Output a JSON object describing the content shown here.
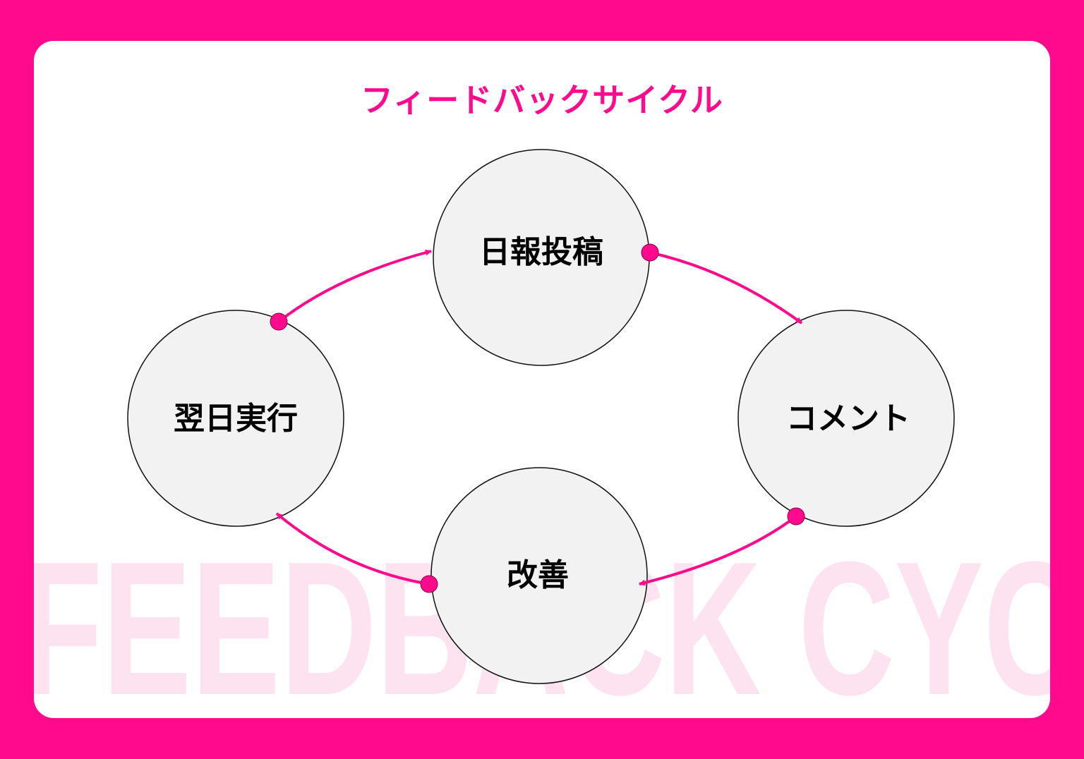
{
  "title": "フィードバックサイクル",
  "watermark": "FEEDBACK CYC",
  "nodes": [
    {
      "label": "日報投稿"
    },
    {
      "label": "コメント"
    },
    {
      "label": "改善"
    },
    {
      "label": "翌日実行"
    }
  ],
  "colors": {
    "accent": "#FF0A8C",
    "node_fill": "#F2F2F2",
    "node_stroke": "#111111",
    "watermark": "#FDE3EF",
    "card": "#FFFFFF"
  }
}
